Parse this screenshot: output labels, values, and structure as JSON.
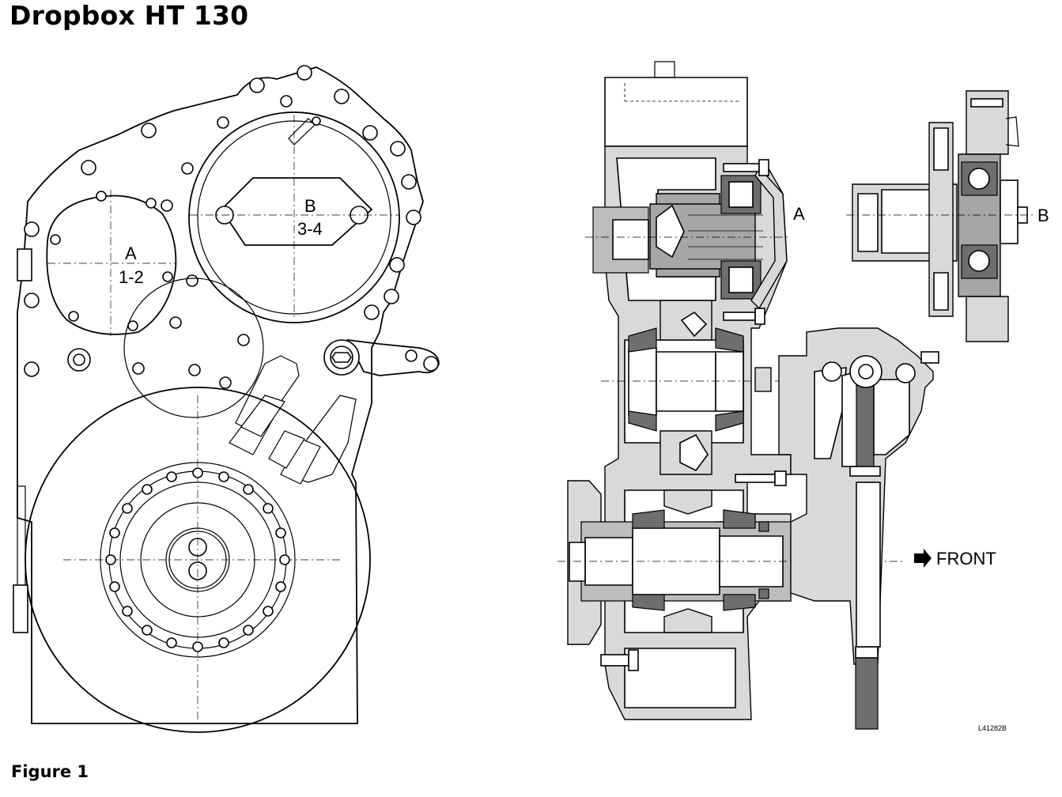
{
  "title": "Dropbox HT 130",
  "figure_label": "Figure 1",
  "front_view": {
    "shaft_a": {
      "letter": "A",
      "gears": "1-2"
    },
    "shaft_b": {
      "letter": "B",
      "gears": "3-4"
    }
  },
  "section_view": {
    "label_a": "A",
    "label_b": "B",
    "front_label": "FRONT",
    "drawing_number": "L41282B"
  }
}
